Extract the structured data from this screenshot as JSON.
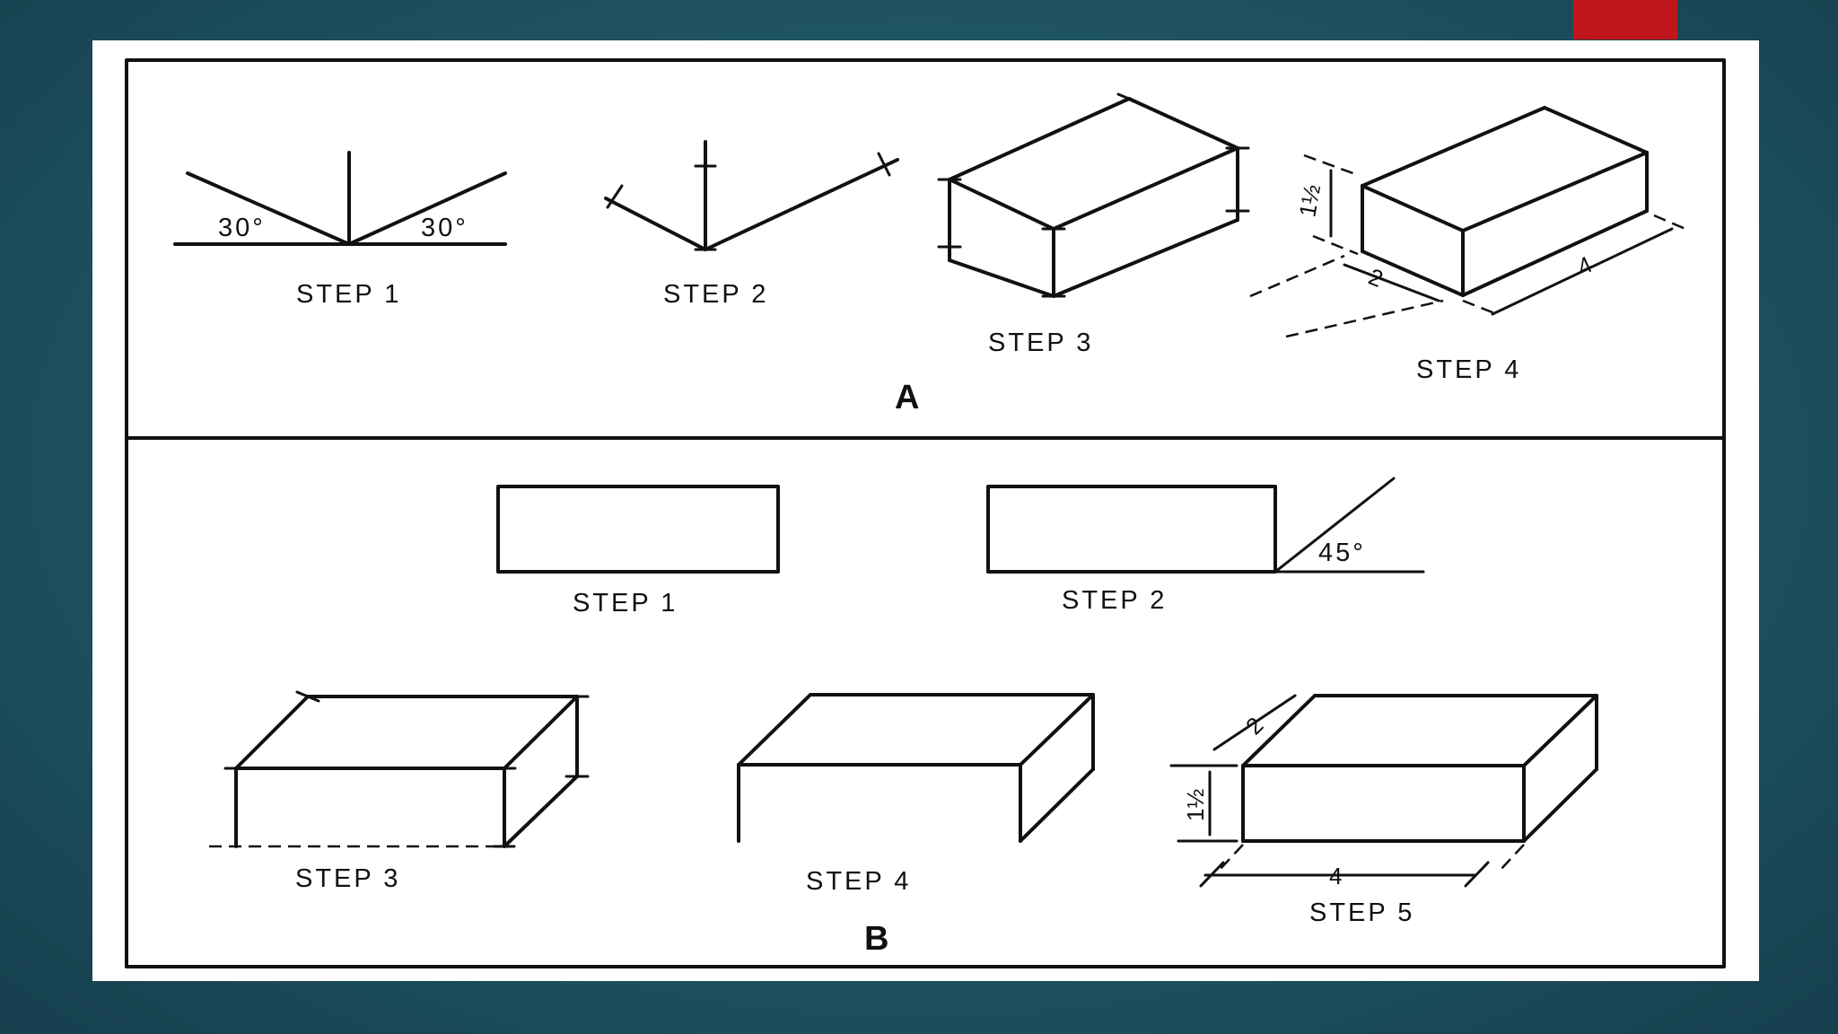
{
  "colors": {
    "accent": "#c0161c",
    "background": "#215866",
    "frame": "#ffffff"
  },
  "panel_a": {
    "letter": "A",
    "step1": {
      "label": "STEP 1",
      "angle_left": "30°",
      "angle_right": "30°"
    },
    "step2": {
      "label": "STEP 2"
    },
    "step3": {
      "label": "STEP 3"
    },
    "step4": {
      "label": "STEP 4",
      "dim_height": "1½",
      "dim_depth": "2",
      "dim_width": "4"
    }
  },
  "panel_b": {
    "letter": "B",
    "step1": {
      "label": "STEP 1"
    },
    "step2": {
      "label": "STEP 2",
      "angle": "45°"
    },
    "step3": {
      "label": "STEP 3"
    },
    "step4": {
      "label": "STEP 4"
    },
    "step5": {
      "label": "STEP 5",
      "dim_height": "1½",
      "dim_depth": "2",
      "dim_width": "4"
    }
  }
}
